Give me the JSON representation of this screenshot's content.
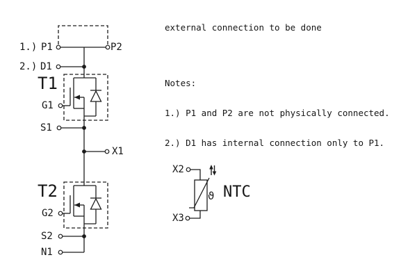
{
  "diagram": {
    "header": "external connection to be done",
    "notes": {
      "title": "Notes:",
      "items": [
        "1.) P1 and P2 are not physically connected.",
        "2.) D1 has internal connection only to P1."
      ]
    },
    "refs": {
      "ref1": "1.)",
      "ref2": "2.)"
    },
    "terminals": {
      "p1": "P1",
      "p2": "P2",
      "d1": "D1",
      "g1": "G1",
      "s1": "S1",
      "x1": "X1",
      "g2": "G2",
      "s2": "S2",
      "n1": "N1",
      "x2": "X2",
      "x3": "X3"
    },
    "components": {
      "t1": "T1",
      "t2": "T2",
      "ntc": "NTC",
      "theta": "ϑ"
    },
    "colors": {
      "line": "#1c1c1c",
      "background": "#ffffff"
    }
  }
}
